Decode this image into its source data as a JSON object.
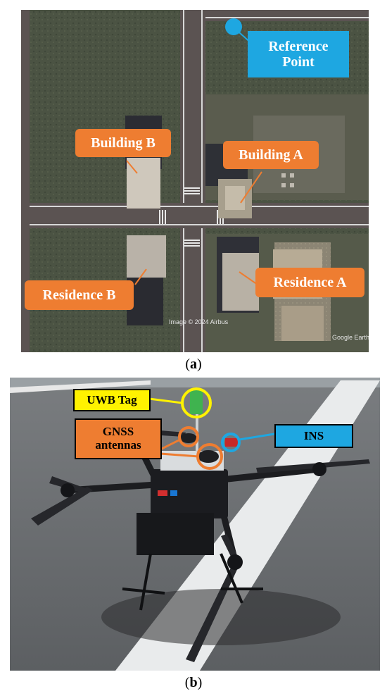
{
  "panel_a": {
    "labels": {
      "reference_point": "Reference Point",
      "building_b": "Building B",
      "building_a": "Building A",
      "residence_b": "Residence B",
      "residence_a": "Residence A"
    },
    "attribution": "Google Earth",
    "imagery_credit": "Image © 2024 Airbus",
    "caption_letter": "a"
  },
  "panel_b": {
    "labels": {
      "uwb_tag": "UWB Tag",
      "gnss_antennas": "GNSS antennas",
      "ins": "INS"
    },
    "caption_letter": "b"
  },
  "colors": {
    "orange": "#ee7d31",
    "blue": "#1ea7e1",
    "yellow": "#fff200"
  }
}
